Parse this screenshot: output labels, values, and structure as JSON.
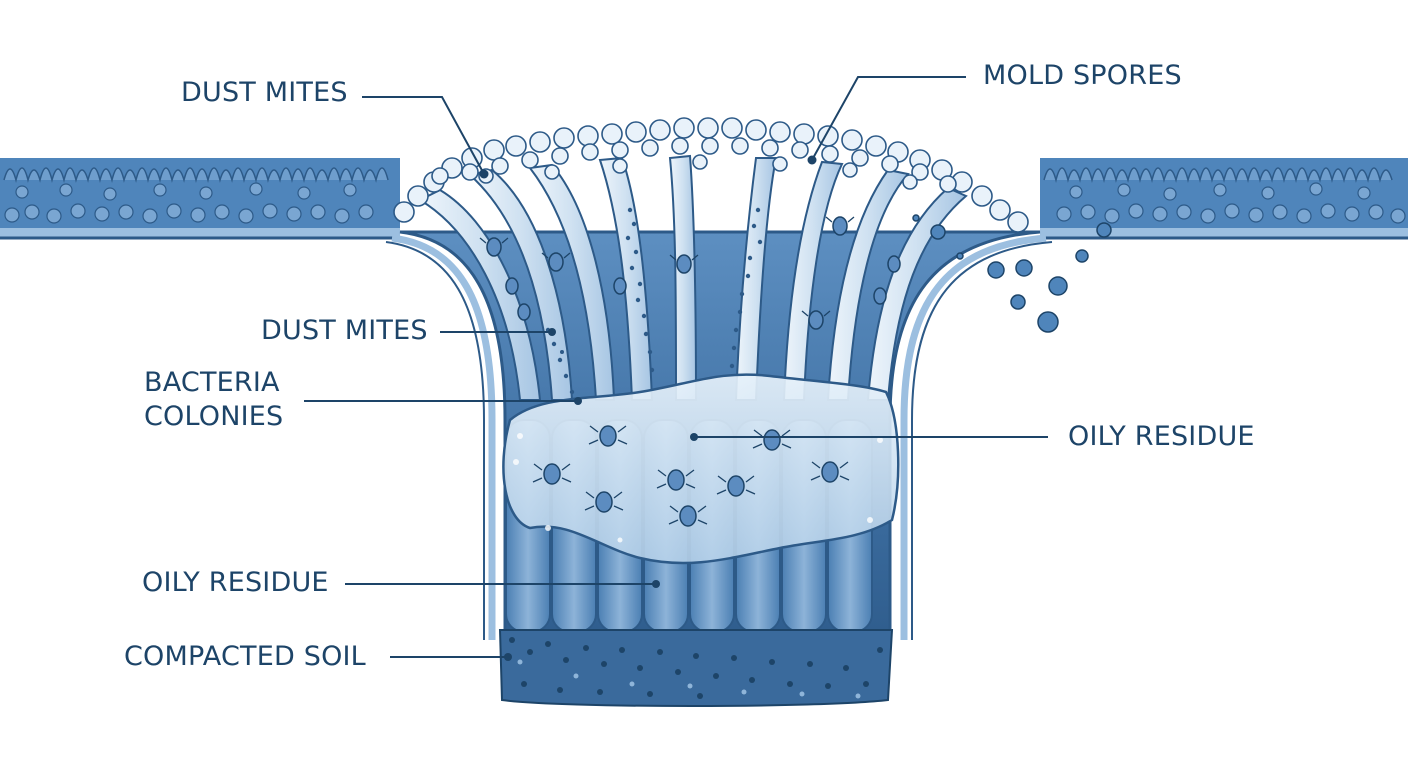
{
  "labels": {
    "dust_mites_top": "DUST MITES",
    "mold_spores": "MOLD SPORES",
    "dust_mites_mid": "DUST MITES",
    "bacteria_line1": "BACTERIA",
    "bacteria_line2": "COLONIES",
    "oily_residue_right": "OILY RESIDUE",
    "oily_residue_left": "OILY RESIDUE",
    "compacted_soil": "COMPACTED SOIL"
  },
  "colors": {
    "label_text": "#1d4468",
    "leader_line": "#1d4468",
    "fiber_dark": "#3f74a8",
    "fiber_light": "#dbe9f5",
    "fiber_mid": "#8fb5d9",
    "background": "#ffffff",
    "residue_film": "#cfe3f4",
    "soil": "#2d5a88"
  },
  "icons": [
    "dust-mite-icon",
    "mold-spore-icon",
    "bacteria-dot-icon"
  ]
}
